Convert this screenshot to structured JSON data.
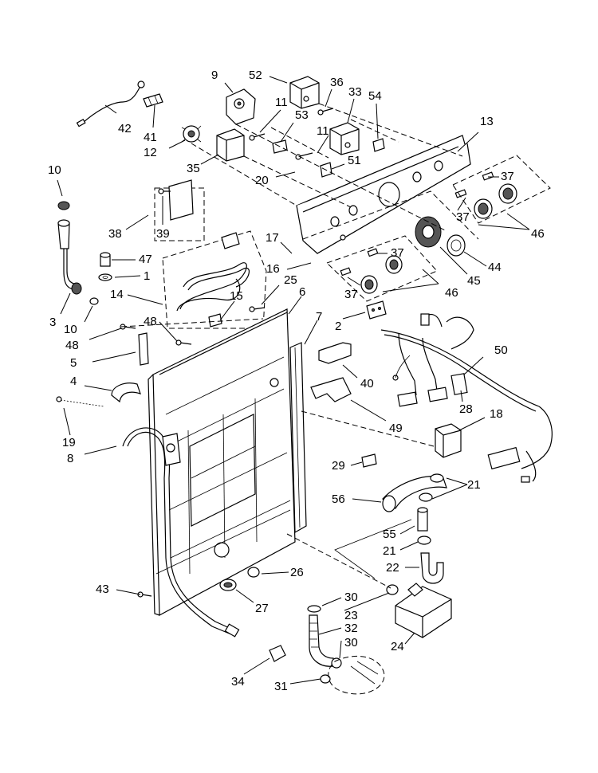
{
  "diagram": {
    "callouts": [
      {
        "id": "c9",
        "text": "9"
      },
      {
        "id": "c52",
        "text": "52"
      },
      {
        "id": "c36",
        "text": "36"
      },
      {
        "id": "c33",
        "text": "33"
      },
      {
        "id": "c54",
        "text": "54"
      },
      {
        "id": "c13",
        "text": "13"
      },
      {
        "id": "c11a",
        "text": "11"
      },
      {
        "id": "c53",
        "text": "53"
      },
      {
        "id": "c11b",
        "text": "11"
      },
      {
        "id": "c42",
        "text": "42"
      },
      {
        "id": "c41",
        "text": "41"
      },
      {
        "id": "c12",
        "text": "12"
      },
      {
        "id": "c35",
        "text": "35"
      },
      {
        "id": "c51",
        "text": "51"
      },
      {
        "id": "c10a",
        "text": "10"
      },
      {
        "id": "c20",
        "text": "20"
      },
      {
        "id": "c37a",
        "text": "37"
      },
      {
        "id": "c37b",
        "text": "37"
      },
      {
        "id": "c46a",
        "text": "46"
      },
      {
        "id": "c38",
        "text": "38"
      },
      {
        "id": "c39",
        "text": "39"
      },
      {
        "id": "c17",
        "text": "17"
      },
      {
        "id": "c47",
        "text": "47"
      },
      {
        "id": "c37c",
        "text": "37"
      },
      {
        "id": "c44",
        "text": "44"
      },
      {
        "id": "c16",
        "text": "16"
      },
      {
        "id": "c1",
        "text": "1"
      },
      {
        "id": "c45",
        "text": "45"
      },
      {
        "id": "c25",
        "text": "25"
      },
      {
        "id": "c14",
        "text": "14"
      },
      {
        "id": "c6",
        "text": "6"
      },
      {
        "id": "c37d",
        "text": "37"
      },
      {
        "id": "c46b",
        "text": "46"
      },
      {
        "id": "c3",
        "text": "3"
      },
      {
        "id": "c10b",
        "text": "10"
      },
      {
        "id": "c15",
        "text": "15"
      },
      {
        "id": "c7",
        "text": "7"
      },
      {
        "id": "c48a",
        "text": "48"
      },
      {
        "id": "c48b",
        "text": "48"
      },
      {
        "id": "c2",
        "text": "2"
      },
      {
        "id": "c50",
        "text": "50"
      },
      {
        "id": "c5",
        "text": "5"
      },
      {
        "id": "c40",
        "text": "40"
      },
      {
        "id": "c4",
        "text": "4"
      },
      {
        "id": "c28",
        "text": "28"
      },
      {
        "id": "c49",
        "text": "49"
      },
      {
        "id": "c18",
        "text": "18"
      },
      {
        "id": "c19",
        "text": "19"
      },
      {
        "id": "c8",
        "text": "8"
      },
      {
        "id": "c29",
        "text": "29"
      },
      {
        "id": "c21a",
        "text": "21"
      },
      {
        "id": "c56",
        "text": "56"
      },
      {
        "id": "c55",
        "text": "55"
      },
      {
        "id": "c21b",
        "text": "21"
      },
      {
        "id": "c22",
        "text": "22"
      },
      {
        "id": "c26",
        "text": "26"
      },
      {
        "id": "c43",
        "text": "43"
      },
      {
        "id": "c27",
        "text": "27"
      },
      {
        "id": "c30a",
        "text": "30"
      },
      {
        "id": "c23",
        "text": "23"
      },
      {
        "id": "c32",
        "text": "32"
      },
      {
        "id": "c30b",
        "text": "30"
      },
      {
        "id": "c24",
        "text": "24"
      },
      {
        "id": "c34",
        "text": "34"
      },
      {
        "id": "c31",
        "text": "31"
      }
    ]
  }
}
